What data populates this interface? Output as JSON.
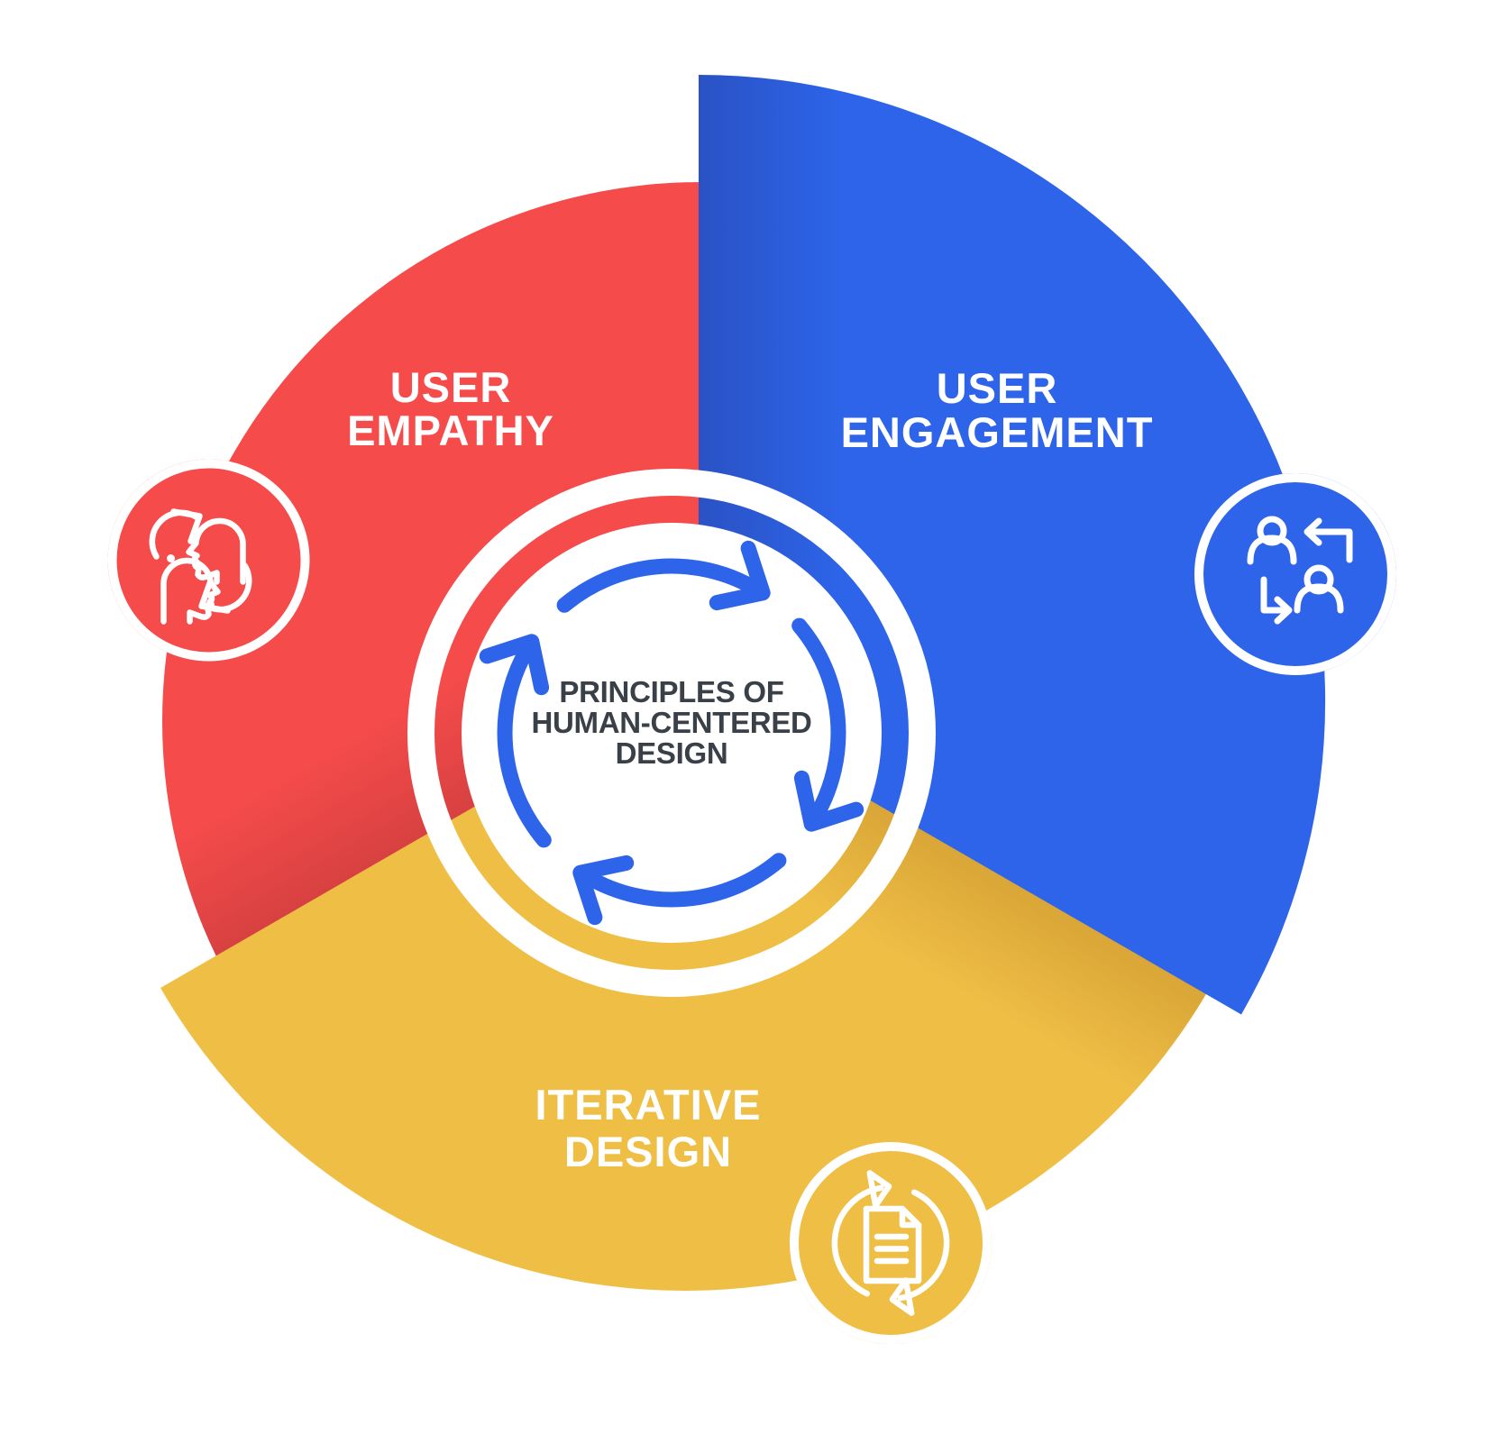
{
  "diagram": {
    "center_label": {
      "line1": "PRINCIPLES OF",
      "line2": "HUMAN-CENTERED",
      "line3": "DESIGN"
    },
    "segments": [
      {
        "name": "User Empathy",
        "label_line1": "USER",
        "label_line2": "EMPATHY",
        "color": "#F54B4B",
        "shadow_color": "#D84141",
        "icon": "empathy-heads-icon"
      },
      {
        "name": "User Engagement",
        "label_line1": "USER",
        "label_line2": "ENGAGEMENT",
        "color": "#2D64E9",
        "shadow_color": "#2A52C4",
        "icon": "people-exchange-icon"
      },
      {
        "name": "Iterative Design",
        "label_line1": "ITERATIVE",
        "label_line2": "DESIGN",
        "color": "#EFBE45",
        "shadow_color": "#D9A637",
        "icon": "document-refresh-icon"
      }
    ],
    "colors": {
      "background": "#FFFFFF",
      "white": "#FFFFFF",
      "center_text": "#3A4047",
      "cycle_arrows": "#2D64E9",
      "label_text": "#FFFFFF",
      "icon_stroke": "#FFFFFF"
    }
  }
}
